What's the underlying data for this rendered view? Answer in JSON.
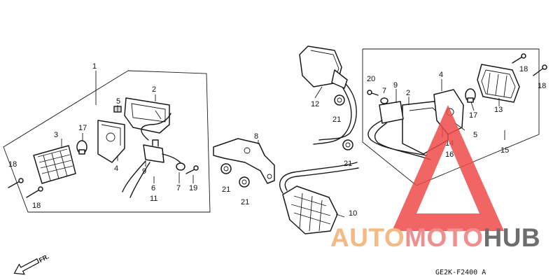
{
  "diagram": {
    "callouts": [
      "1",
      "2",
      "3",
      "4",
      "5",
      "17",
      "9",
      "6",
      "7",
      "19",
      "11",
      "18",
      "18",
      "8",
      "21",
      "21",
      "12",
      "21",
      "21",
      "20",
      "7",
      "9",
      "2",
      "4",
      "18",
      "18",
      "13",
      "17",
      "5",
      "14",
      "16",
      "15",
      "10"
    ],
    "drawing_code": "GE2K-F2400 A",
    "direction_label": "FR."
  },
  "watermark": {
    "part1": "AUTO",
    "part2": "MOTO",
    "part3": "HUB",
    "color_light": "#f5b985",
    "color_mid": "#f08e8e",
    "color_dark": "#6e6e6e",
    "triangle_color": "#ee4a4a"
  }
}
